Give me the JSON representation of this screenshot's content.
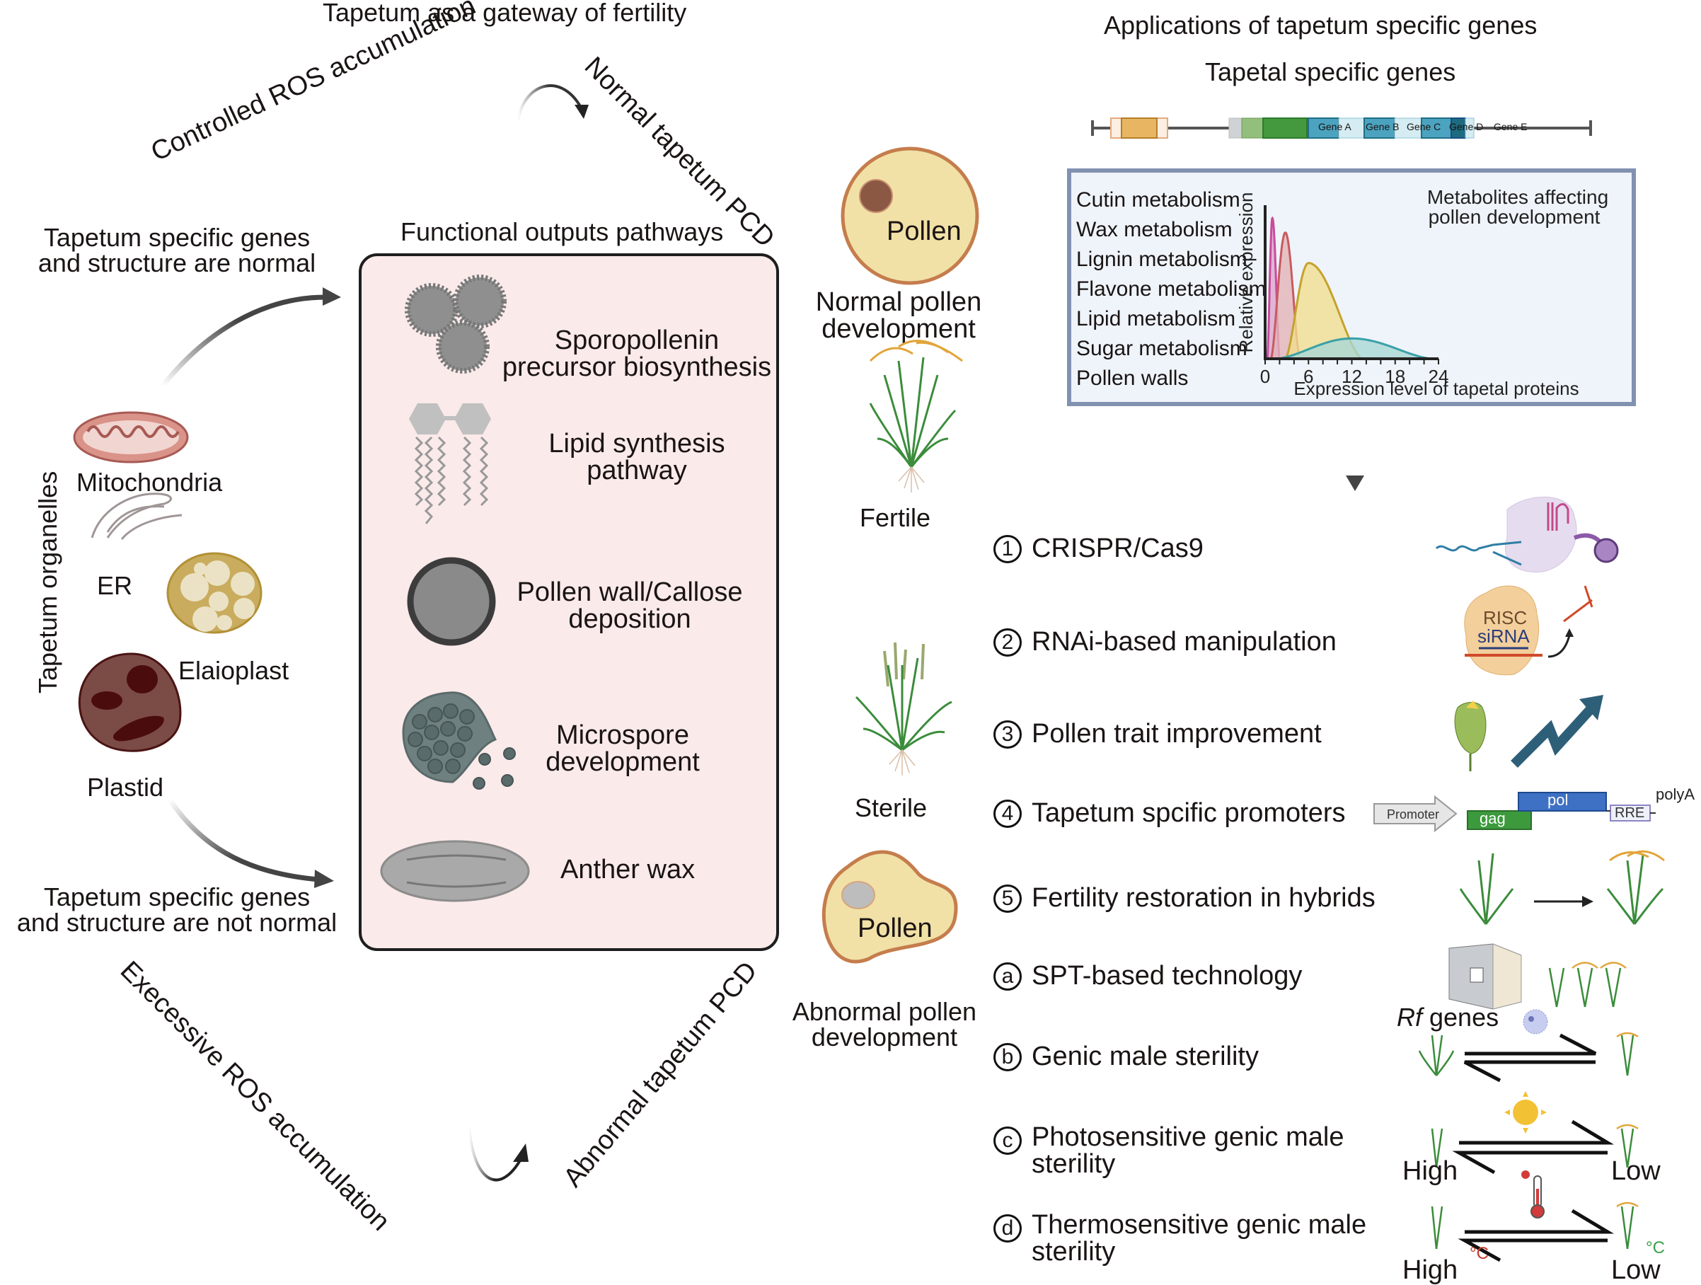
{
  "titles": {
    "main": "Tapetum as a gateway of fertility",
    "applications": "Applications of tapetum specific genes",
    "tapetal_genes": "Tapetal specific genes",
    "functional_outputs": "Functional outputs pathways"
  },
  "cycle": {
    "controlled_ros": "Controlled ROS accumulation",
    "normal_pcd": "Normal tapetum PCD",
    "excessive_ros": "Execessive ROS accumulation",
    "abnormal_pcd": "Abnormal tapetum PCD",
    "normal_genes_line1": "Tapetum specific genes",
    "normal_genes_line2": "and structure are normal",
    "abnormal_genes_line1": "Tapetum specific genes",
    "abnormal_genes_line2": "and structure are not normal"
  },
  "organelles": {
    "heading": "Tapetum organelles",
    "items": [
      "Mitochondria",
      "ER",
      "Elaioplast",
      "Plastid"
    ]
  },
  "pathways": [
    {
      "line1": "Sporopollenin",
      "line2": "precursor biosynthesis",
      "icon": "pollen-grains-icon"
    },
    {
      "line1": "Lipid synthesis",
      "line2": "pathway",
      "icon": "phospholipid-icon"
    },
    {
      "line1": "Pollen wall/Callose",
      "line2": "deposition",
      "icon": "callose-sphere-icon"
    },
    {
      "line1": "Microspore",
      "line2": "development",
      "icon": "microspore-release-icon"
    },
    {
      "line1": "Anther wax",
      "line2": "",
      "icon": "anther-icon"
    }
  ],
  "outcomes": {
    "pollen_label": "Pollen",
    "normal_line1": "Normal pollen",
    "normal_line2": "development",
    "fertile": "Fertile",
    "sterile": "Sterile",
    "abnormal_line1": "Abnormal pollen",
    "abnormal_line2": "development"
  },
  "gene_cassette": {
    "genes": [
      "Gene A",
      "Gene B",
      "Gene C",
      "Gene D",
      "Gene E"
    ]
  },
  "metabolites_box": {
    "items": [
      "Cutin metabolism",
      "Wax metabolism",
      "Lignin metabolism",
      "Flavone metabolism",
      "Lipid metabolism",
      "Sugar metabolism",
      "Pollen walls"
    ]
  },
  "chart_data": {
    "type": "area",
    "title": "Metabolites affecting pollen development",
    "title_line1": "Metabolites affecting",
    "title_line2": "pollen development",
    "xlabel": "Expression level of tapetal proteins",
    "ylabel": "Relative expression",
    "xlim": [
      0,
      24
    ],
    "ylim": [
      0,
      1
    ],
    "xticks": [
      0,
      6,
      12,
      18,
      24
    ],
    "grid": false,
    "legend": "none",
    "series": [
      {
        "name": "pink",
        "color": "#c94b9a",
        "fill": "#dca6cf",
        "peak_x": 1,
        "peak_y": 0.97,
        "x_range": [
          0.3,
          2
        ]
      },
      {
        "name": "red",
        "color": "#c95a5e",
        "fill": "#e2b4b8",
        "peak_x": 2.8,
        "peak_y": 0.87,
        "x_range": [
          0.8,
          4.8
        ]
      },
      {
        "name": "yellow",
        "color": "#c5a22c",
        "fill": "#f0df90",
        "peak_x": 6,
        "peak_y": 0.66,
        "x_range": [
          2.8,
          13.5
        ]
      },
      {
        "name": "teal",
        "color": "#3aa0a8",
        "fill": "#a9d7d6",
        "peak_x": 12,
        "peak_y": 0.14,
        "x_range": [
          1.5,
          23.2
        ]
      }
    ]
  },
  "applications": [
    {
      "marker": "1",
      "label": "CRISPR/Cas9",
      "icon": "crispr-cas9-icon"
    },
    {
      "marker": "2",
      "label": "RNAi-based manipulation",
      "icon": "risc-sirna-icon"
    },
    {
      "marker": "3",
      "label": "Pollen trait improvement",
      "icon": "trend-up-icon"
    },
    {
      "marker": "4",
      "label": "Tapetum spcific promoters",
      "icon": "construct-icon"
    },
    {
      "marker": "5",
      "label": "Fertility restoration in hybrids",
      "icon": "plant-restoration-icon"
    },
    {
      "marker": "a",
      "label": "SPT-based technology",
      "icon": "growth-chamber-icon"
    },
    {
      "marker": "b",
      "label": "Genic male sterility",
      "icon": "equilibrium-icon"
    },
    {
      "marker": "c",
      "label_line1": "Photosensitive genic male",
      "label_line2": "sterility",
      "icon": "sun-icon"
    },
    {
      "marker": "d",
      "label_line1": "Thermosensitive genic male",
      "label_line2": "sterility",
      "icon": "thermometer-icon"
    }
  ],
  "construct": {
    "promoter": "Promoter",
    "gag": "gag",
    "pol": "pol",
    "rre": "RRE",
    "polya": "polyA"
  },
  "rnai": {
    "risc": "RISC",
    "sirna": "siRNA"
  },
  "rf_genes": {
    "italic": "Rf",
    "rest": " genes"
  },
  "conditions": {
    "high": "High",
    "low": "Low",
    "degC": "°C"
  },
  "colors": {
    "pathway_box_bg": "#fbeaea",
    "metab_box_border": "#8391b1",
    "pollen_fill": "#f1e1a6",
    "pollen_border": "#c57d4d"
  }
}
